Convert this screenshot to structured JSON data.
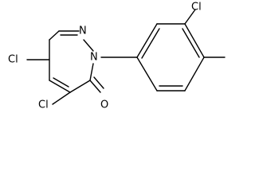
{
  "molecule": {
    "atoms": {
      "cl_c5": "Cl",
      "cl_c4": "Cl",
      "n2": "N",
      "n1": "N",
      "o": "O",
      "cl_phenyl": "Cl"
    }
  }
}
